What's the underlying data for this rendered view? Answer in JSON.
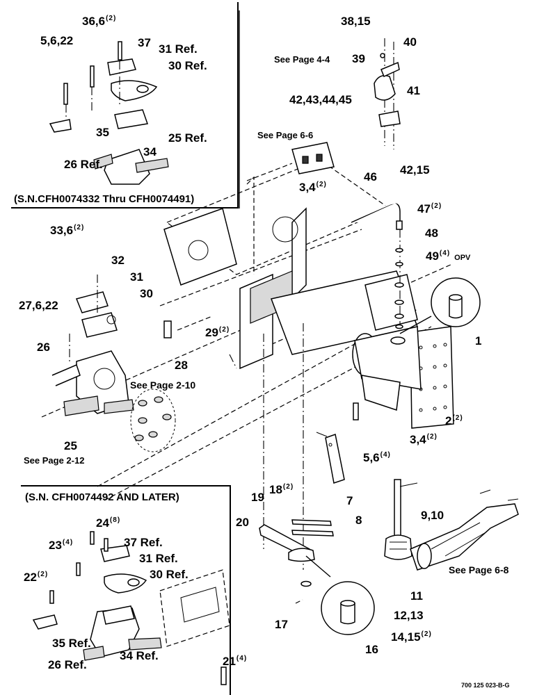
{
  "figure_number": "700 125 023-B-G",
  "inset_top": {
    "caption": "(S.N.CFH0074332 Thru CFH0074491)",
    "callouts": {
      "c36_6": "36,6",
      "c36_6_qty": "(2)",
      "c5_6_22": "5,6,22",
      "c37": "37",
      "c31ref": "31 Ref.",
      "c30ref": "30 Ref.",
      "c35": "35",
      "c34": "34",
      "c25ref": "25 Ref.",
      "c26ref": "26 Ref."
    }
  },
  "inset_bottom": {
    "caption": "(S.N. CFH0074492 AND LATER)",
    "callouts": {
      "c24": "24",
      "c24_qty": "(8)",
      "c23": "23",
      "c23_qty": "(4)",
      "c37ref": "37 Ref.",
      "c31ref": "31 Ref.",
      "c22": "22",
      "c22_qty": "(2)",
      "c30ref": "30 Ref.",
      "c35ref": "35 Ref.",
      "c34ref": "34 Ref.",
      "c26ref": "26 Ref."
    }
  },
  "callouts": {
    "c38_15": "38,15",
    "c40": "40",
    "see_4_4": "See Page 4-4",
    "c39": "39",
    "c41": "41",
    "c42_45": "42,43,44,45",
    "c42_15": "42,15",
    "see_6_6": "See Page 6-6",
    "c3_4_top": "3,4",
    "c3_4_top_qty": "(2)",
    "c46": "46",
    "c47": "47",
    "c47_qty": "(2)",
    "c48": "48",
    "c49": "49",
    "c49_qty": "(4)",
    "c49_note": "OPV",
    "c1": "1",
    "c33_6": "33,6",
    "c33_6_qty": "(2)",
    "c32": "32",
    "c31": "31",
    "c30": "30",
    "c27_6_22": "27,6,22",
    "c26": "26",
    "c28": "28",
    "c29": "29",
    "c29_qty": "(2)",
    "see_2_10": "See Page 2-10",
    "c25": "25",
    "see_2_12": "See Page 2-12",
    "c2": "2",
    "c2_qty": "(2)",
    "c3_4_bot": "3,4",
    "c3_4_bot_qty": "(2)",
    "c5_6": "5,6",
    "c5_6_qty": "(4)",
    "c7": "7",
    "c19": "19",
    "c18": "18",
    "c18_qty": "(2)",
    "c20": "20",
    "c8": "8",
    "c9_10": "9,10",
    "see_6_8": "See Page 6-8",
    "c11": "11",
    "c12_13": "12,13",
    "c17": "17",
    "c14_15": "14,15",
    "c14_15_qty": "(2)",
    "c16": "16",
    "c21": "21",
    "c21_qty": "(4)"
  }
}
